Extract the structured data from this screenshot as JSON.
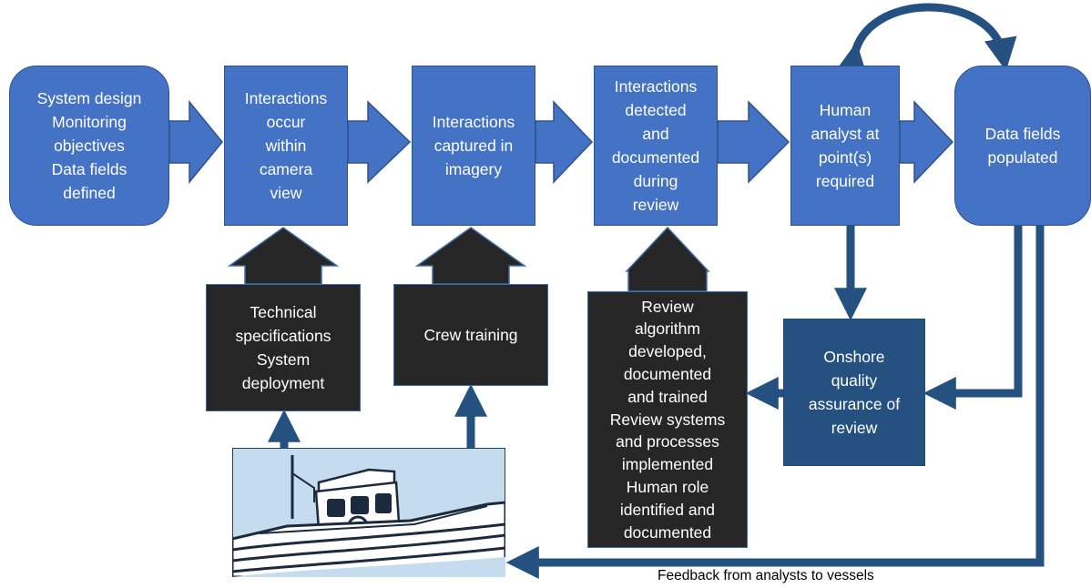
{
  "diagram": {
    "steps": [
      {
        "id": "b1",
        "text": "System design\nMonitoring\nobjectives\nData fields\ndefined"
      },
      {
        "id": "b2",
        "text": "Interactions\noccur\nwithin\ncamera\nview"
      },
      {
        "id": "b3",
        "text": "Interactions\ncaptured in\nimagery"
      },
      {
        "id": "b4",
        "text": "Interactions\ndetected\nand\ndocumented\nduring\nreview"
      },
      {
        "id": "b5",
        "text": "Human\nanalyst at\npoint(s)\nrequired"
      },
      {
        "id": "b6",
        "text": "Data fields\npopulated"
      }
    ],
    "inputs": [
      {
        "id": "d1",
        "text": "Technical\nspecifications\nSystem\ndeployment"
      },
      {
        "id": "d2",
        "text": "Crew training"
      },
      {
        "id": "d3",
        "text": "Review\nalgorithm\ndeveloped,\ndocumented\nand trained\nReview systems\nand processes\nimplemented\nHuman role\nidentified and\ndocumented"
      }
    ],
    "quality_box": "Onshore\nquality\nassurance of\nreview",
    "feedback_label": "Feedback from analysts to vessels",
    "colors": {
      "step_fill": "#4472c4",
      "input_fill": "#262626",
      "quality_fill": "#24517f",
      "connector": "#24517f",
      "boat_background": "#c5dcef"
    },
    "icons": [
      "fishing-boat-illustration"
    ]
  }
}
